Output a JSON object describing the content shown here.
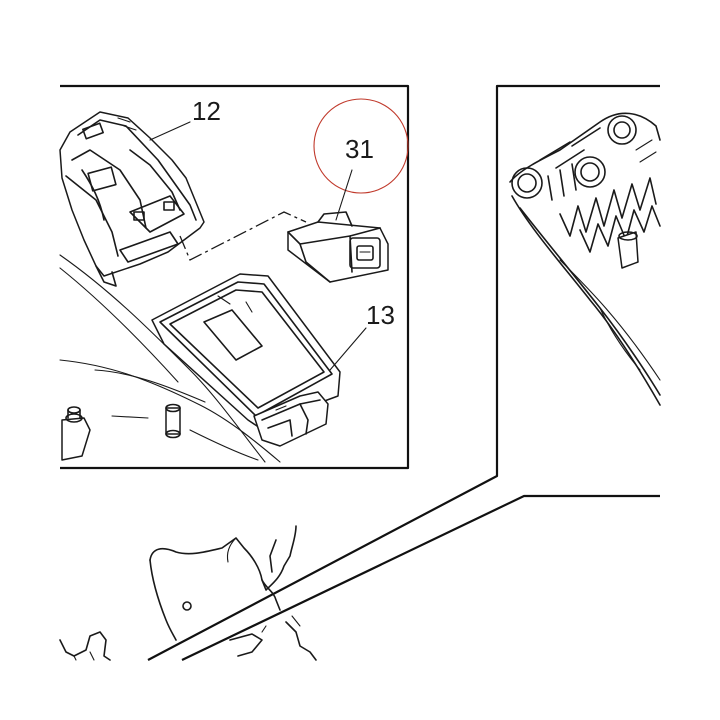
{
  "callouts": {
    "part_12": "12",
    "part_13": "13",
    "part_31": "31"
  },
  "colors": {
    "highlight_circle": "#c0392b",
    "line": "#1a1a1a",
    "background": "#ffffff"
  }
}
